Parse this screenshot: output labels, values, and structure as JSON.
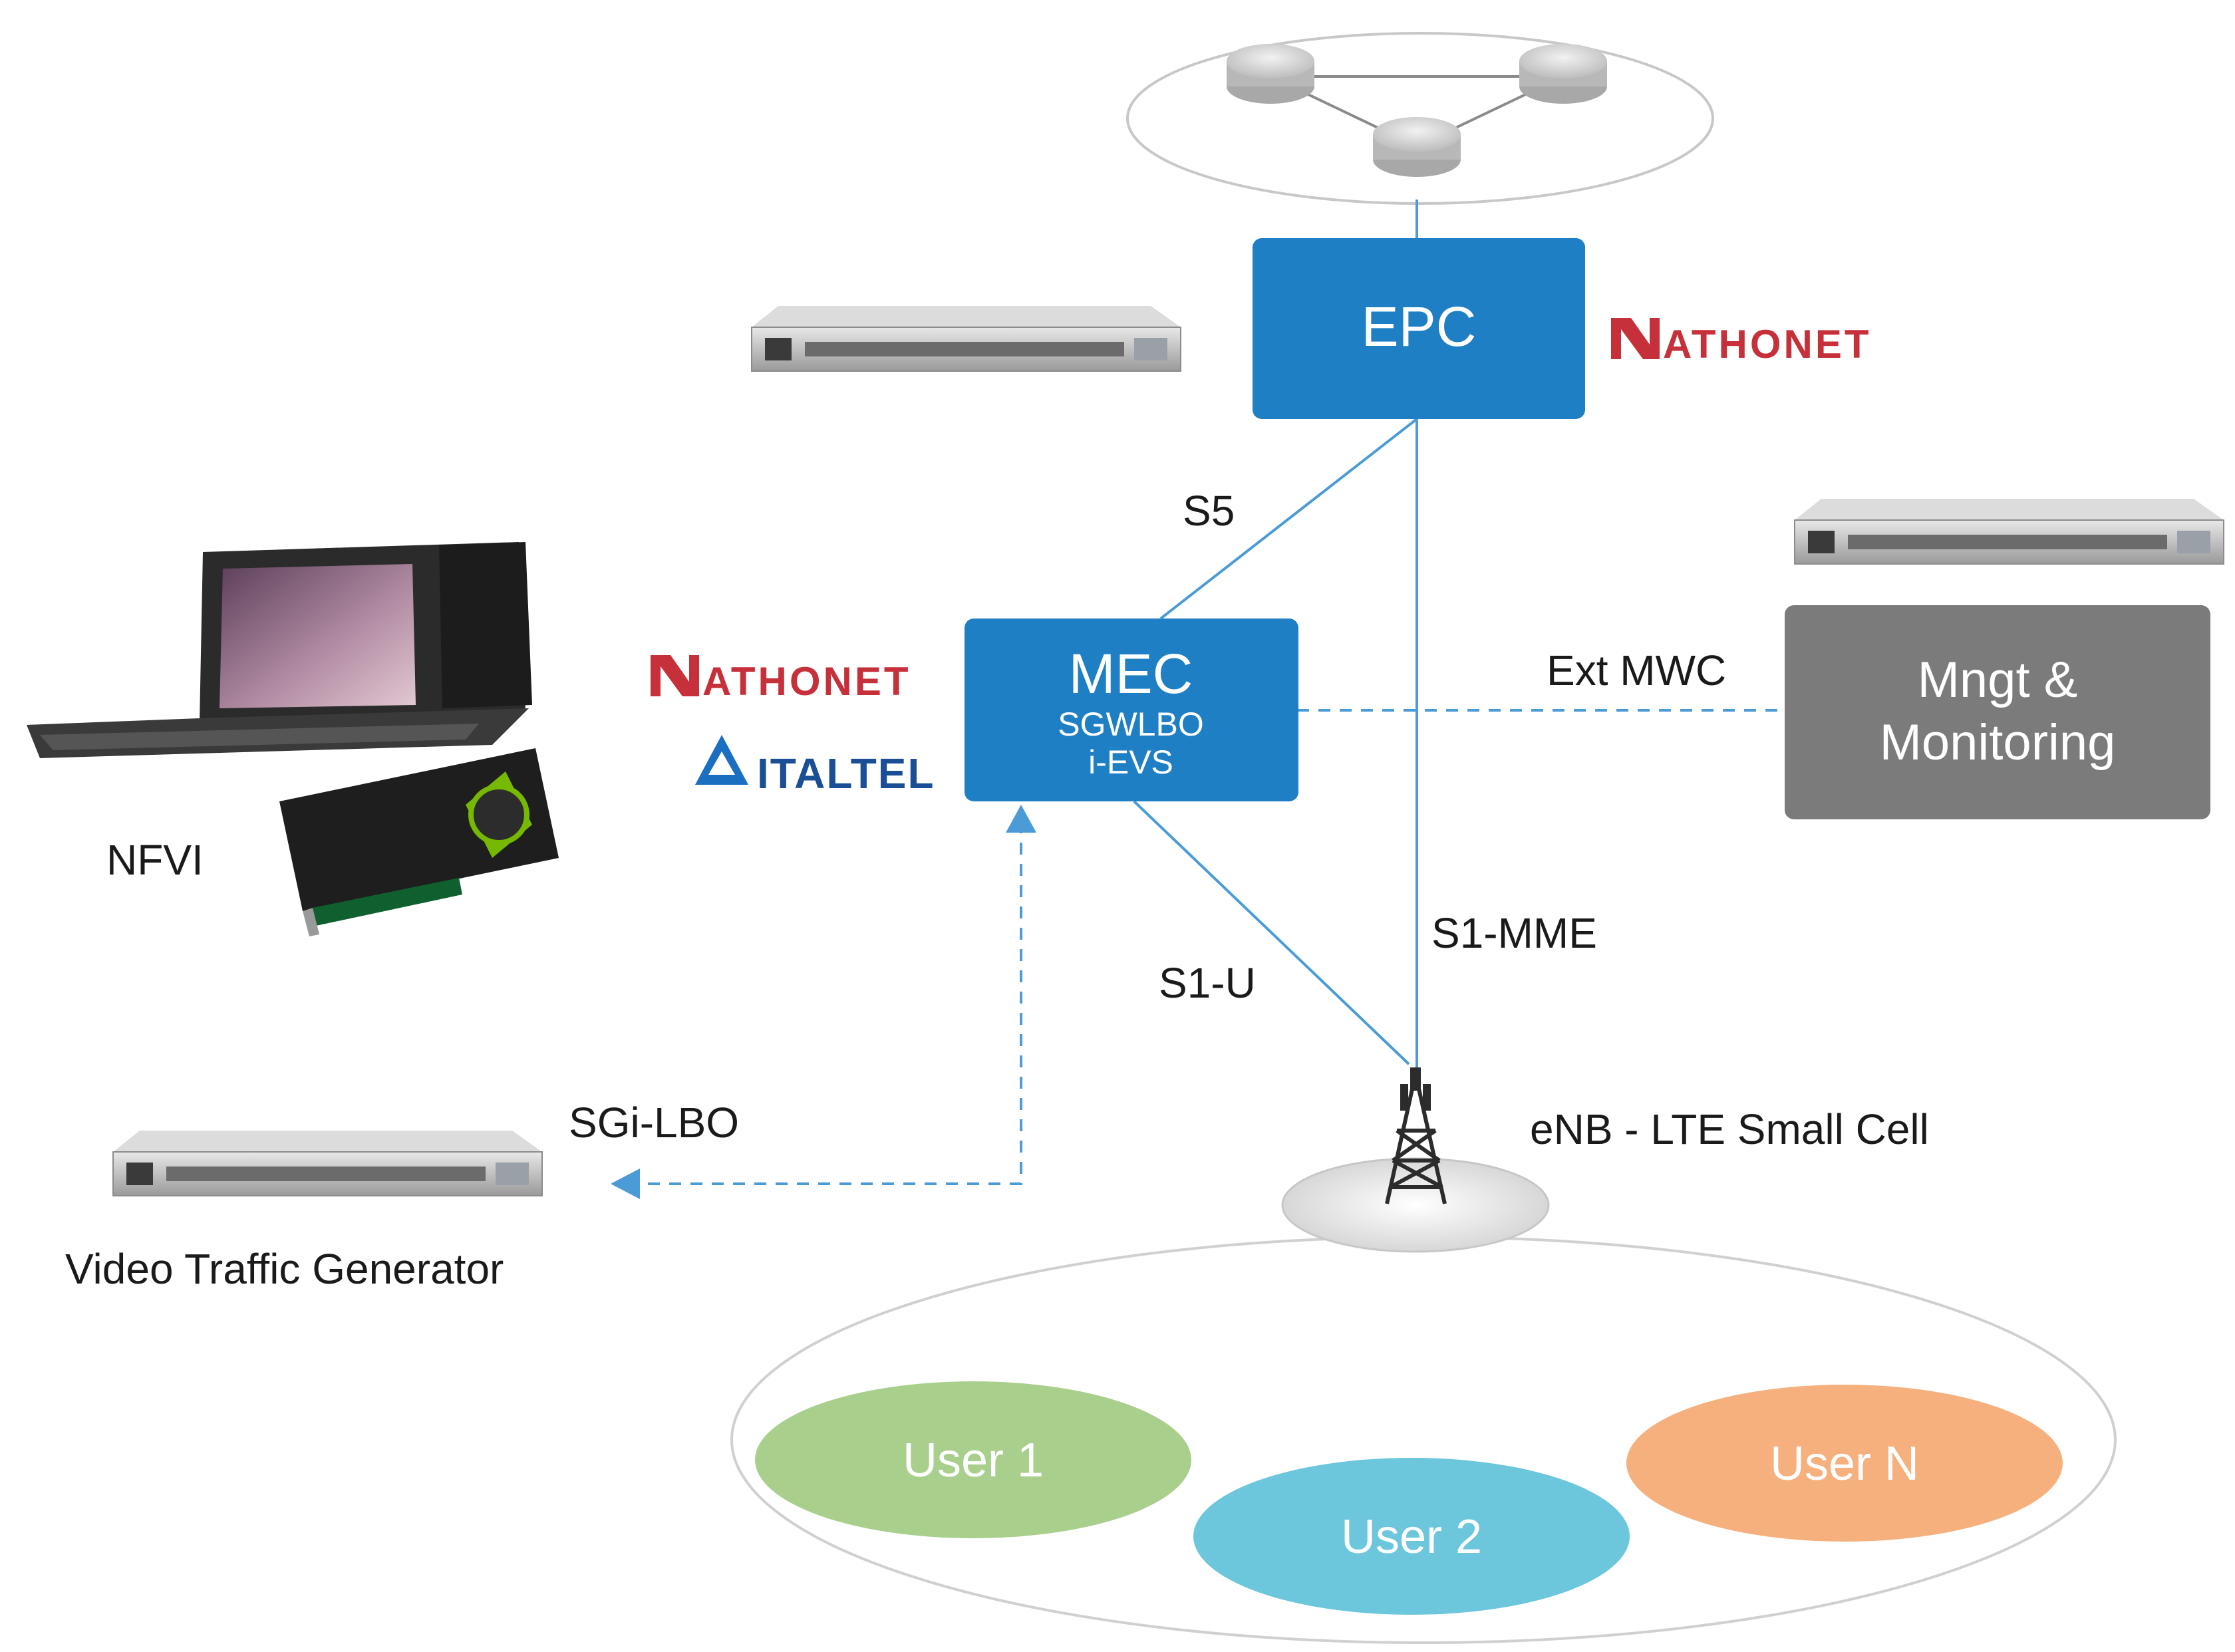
{
  "nodes": {
    "epc": {
      "title": "EPC"
    },
    "mec": {
      "title": "MEC",
      "line1": "SGWLBO",
      "line2": "i-EVS"
    },
    "mngt": {
      "line1": "Mngt &",
      "line2": "Monitoring"
    }
  },
  "links": {
    "s5": "S5",
    "s1u": "S1-U",
    "s1mme": "S1-MME",
    "ext_mwc": "Ext MWC",
    "sgi_lbo": "SGi-LBO"
  },
  "labels": {
    "nfvi": "NFVI",
    "video_gen": "Video Traffic Generator",
    "enb": "eNB - LTE Small Cell"
  },
  "logos": {
    "athonet": "ATHONET",
    "italtel": "ITALTEL"
  },
  "users": [
    "User 1",
    "User 2",
    "User N"
  ],
  "colors": {
    "box_blue": "#1f7fc4",
    "box_gray": "#7b7b7b",
    "line_blue": "#4a9bd6",
    "user1": "#a9cf8c",
    "user2": "#6cc7dc",
    "userN": "#f6b07d",
    "athonet": "#c6303a",
    "italtel": "#1b4f95"
  }
}
